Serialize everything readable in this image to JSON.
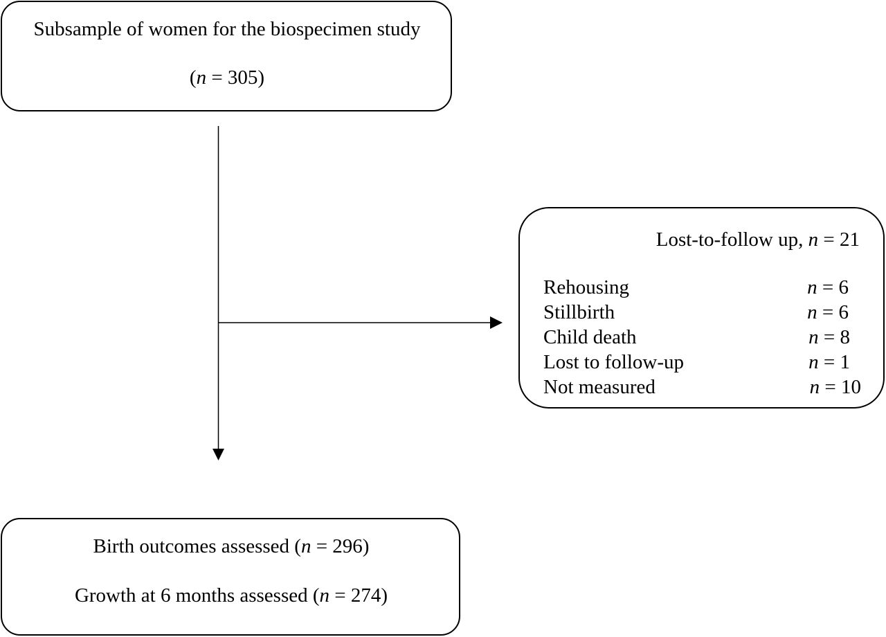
{
  "top_box": {
    "title": "Subsample of women for the biospecimen study",
    "count_open": "(",
    "count_n": "n",
    "count_rest": " = 305)"
  },
  "side_box": {
    "heading_text": "Lost-to-follow up, ",
    "heading_n": "n",
    "heading_value": " = 21",
    "rows": [
      {
        "label": "Rehousing",
        "n": "n",
        "value": " = 6"
      },
      {
        "label": "Stillbirth",
        "n": "n",
        "value": " = 6"
      },
      {
        "label": "Child death",
        "n": "n",
        "value": " = 8"
      },
      {
        "label": "Lost to follow-up",
        "n": "n",
        "value": " = 1"
      },
      {
        "label": "Not measured",
        "n": "n",
        "value": " = 10"
      }
    ]
  },
  "bottom_box": {
    "line1_text": "Birth outcomes assessed (",
    "line1_n": "n",
    "line1_value": " = 296)",
    "line2_text": "Growth at 6 months assessed (",
    "line2_n": "n",
    "line2_value": " = 274)"
  }
}
